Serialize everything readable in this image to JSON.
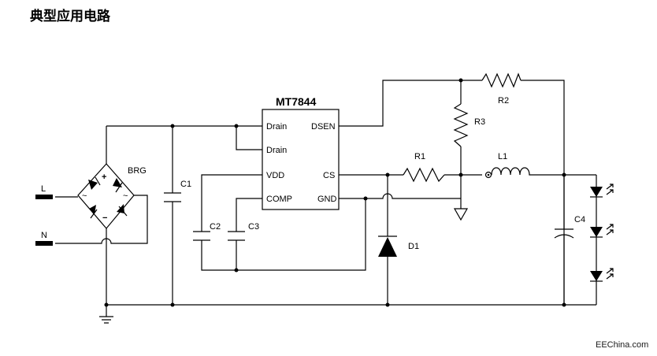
{
  "title": "典型应用电路",
  "watermark": "EEChina.com",
  "ic": {
    "name": "MT7844",
    "pins_left": [
      "Drain",
      "Drain",
      "VDD",
      "COMP"
    ],
    "pins_right": [
      "DSEN",
      "CS",
      "GND"
    ]
  },
  "components": {
    "bridge": "BRG",
    "c1": "C1",
    "c2": "C2",
    "c3": "C3",
    "c4": "C4",
    "r1": "R1",
    "r2": "R2",
    "r3": "R3",
    "l1": "L1",
    "d1": "D1"
  },
  "inputs": {
    "live": "L",
    "neutral": "N"
  },
  "bridge_symbols": {
    "plus": "+",
    "minus": "−",
    "ac": "~"
  }
}
